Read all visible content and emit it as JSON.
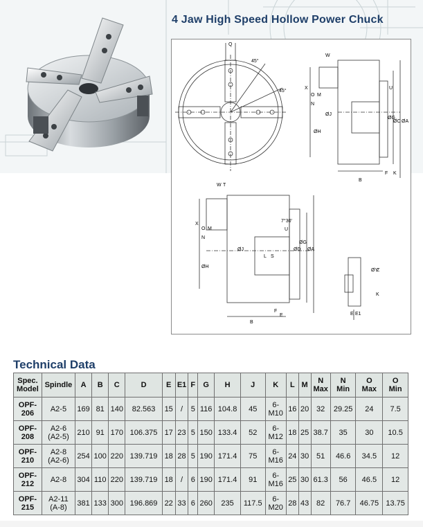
{
  "title": "4 Jaw High Speed Hollow Power Chuck",
  "section_title": "Technical Data",
  "drawing_labels": {
    "q": "Q",
    "w": "W",
    "w2": "W",
    "t": "T",
    "angle45a": "45°",
    "angle45b": "45°",
    "angle_small": "7°30'",
    "x": "X",
    "o": "O",
    "m": "M",
    "n": "N",
    "x2": "X",
    "o2": "O",
    "m2": "M",
    "n2": "N",
    "u": "U",
    "u2": "U",
    "j": "ØJ",
    "j2": "ØJ",
    "h": "ØH",
    "h2": "ØH",
    "g": "ØG",
    "g2": "ØG",
    "c": "ØC",
    "a": "ØA",
    "a2": "ØA",
    "d": "ØD",
    "d2": "ØD",
    "b": "B",
    "b2": "B",
    "f": "F",
    "f2": "F",
    "k": "K",
    "k2": "K",
    "e": "E",
    "e2": "E",
    "e1": "E1",
    "s": "S",
    "l": "L",
    "y": "ØY",
    "z": "Z"
  },
  "table": {
    "headers": [
      "Spec.\nModel",
      "Spindle",
      "A",
      "B",
      "C",
      "D",
      "E",
      "E1",
      "F",
      "G",
      "H",
      "J",
      "K",
      "L",
      "M",
      "N\nMax",
      "N\nMin",
      "O\nMax",
      "O\nMin"
    ],
    "rows": [
      [
        "OPF-\n206",
        "A2-5",
        "169",
        "81",
        "140",
        "82.563",
        "15",
        "/",
        "5",
        "116",
        "104.8",
        "45",
        "6-\nM10",
        "16",
        "20",
        "32",
        "29.25",
        "24",
        "7.5"
      ],
      [
        "OPF-\n208",
        "A2-6\n(A2-5)",
        "210",
        "91",
        "170",
        "106.375",
        "17",
        "23",
        "5",
        "150",
        "133.4",
        "52",
        "6-\nM12",
        "18",
        "25",
        "38.7",
        "35",
        "30",
        "10.5"
      ],
      [
        "OPF-\n210",
        "A2-8\n(A2-6)",
        "254",
        "100",
        "220",
        "139.719",
        "18",
        "28",
        "5",
        "190",
        "171.4",
        "75",
        "6-\nM16",
        "24",
        "30",
        "51",
        "46.6",
        "34.5",
        "12"
      ],
      [
        "OPF-\n212",
        "A2-8",
        "304",
        "110",
        "220",
        "139.719",
        "18",
        "/",
        "6",
        "190",
        "171.4",
        "91",
        "6-\nM16",
        "25",
        "30",
        "61.3",
        "56",
        "46.5",
        "12"
      ],
      [
        "OPF-\n215",
        "A2-11\n(A-8)",
        "381",
        "133",
        "300",
        "196.869",
        "22",
        "33",
        "6",
        "260",
        "235",
        "117.5",
        "6-\nM20",
        "28",
        "43",
        "82",
        "76.7",
        "46.75",
        "13.75"
      ]
    ]
  },
  "colors": {
    "title": "#1f3f69",
    "table_bg": "#e3e8e6",
    "border": "#6f6f6f"
  }
}
